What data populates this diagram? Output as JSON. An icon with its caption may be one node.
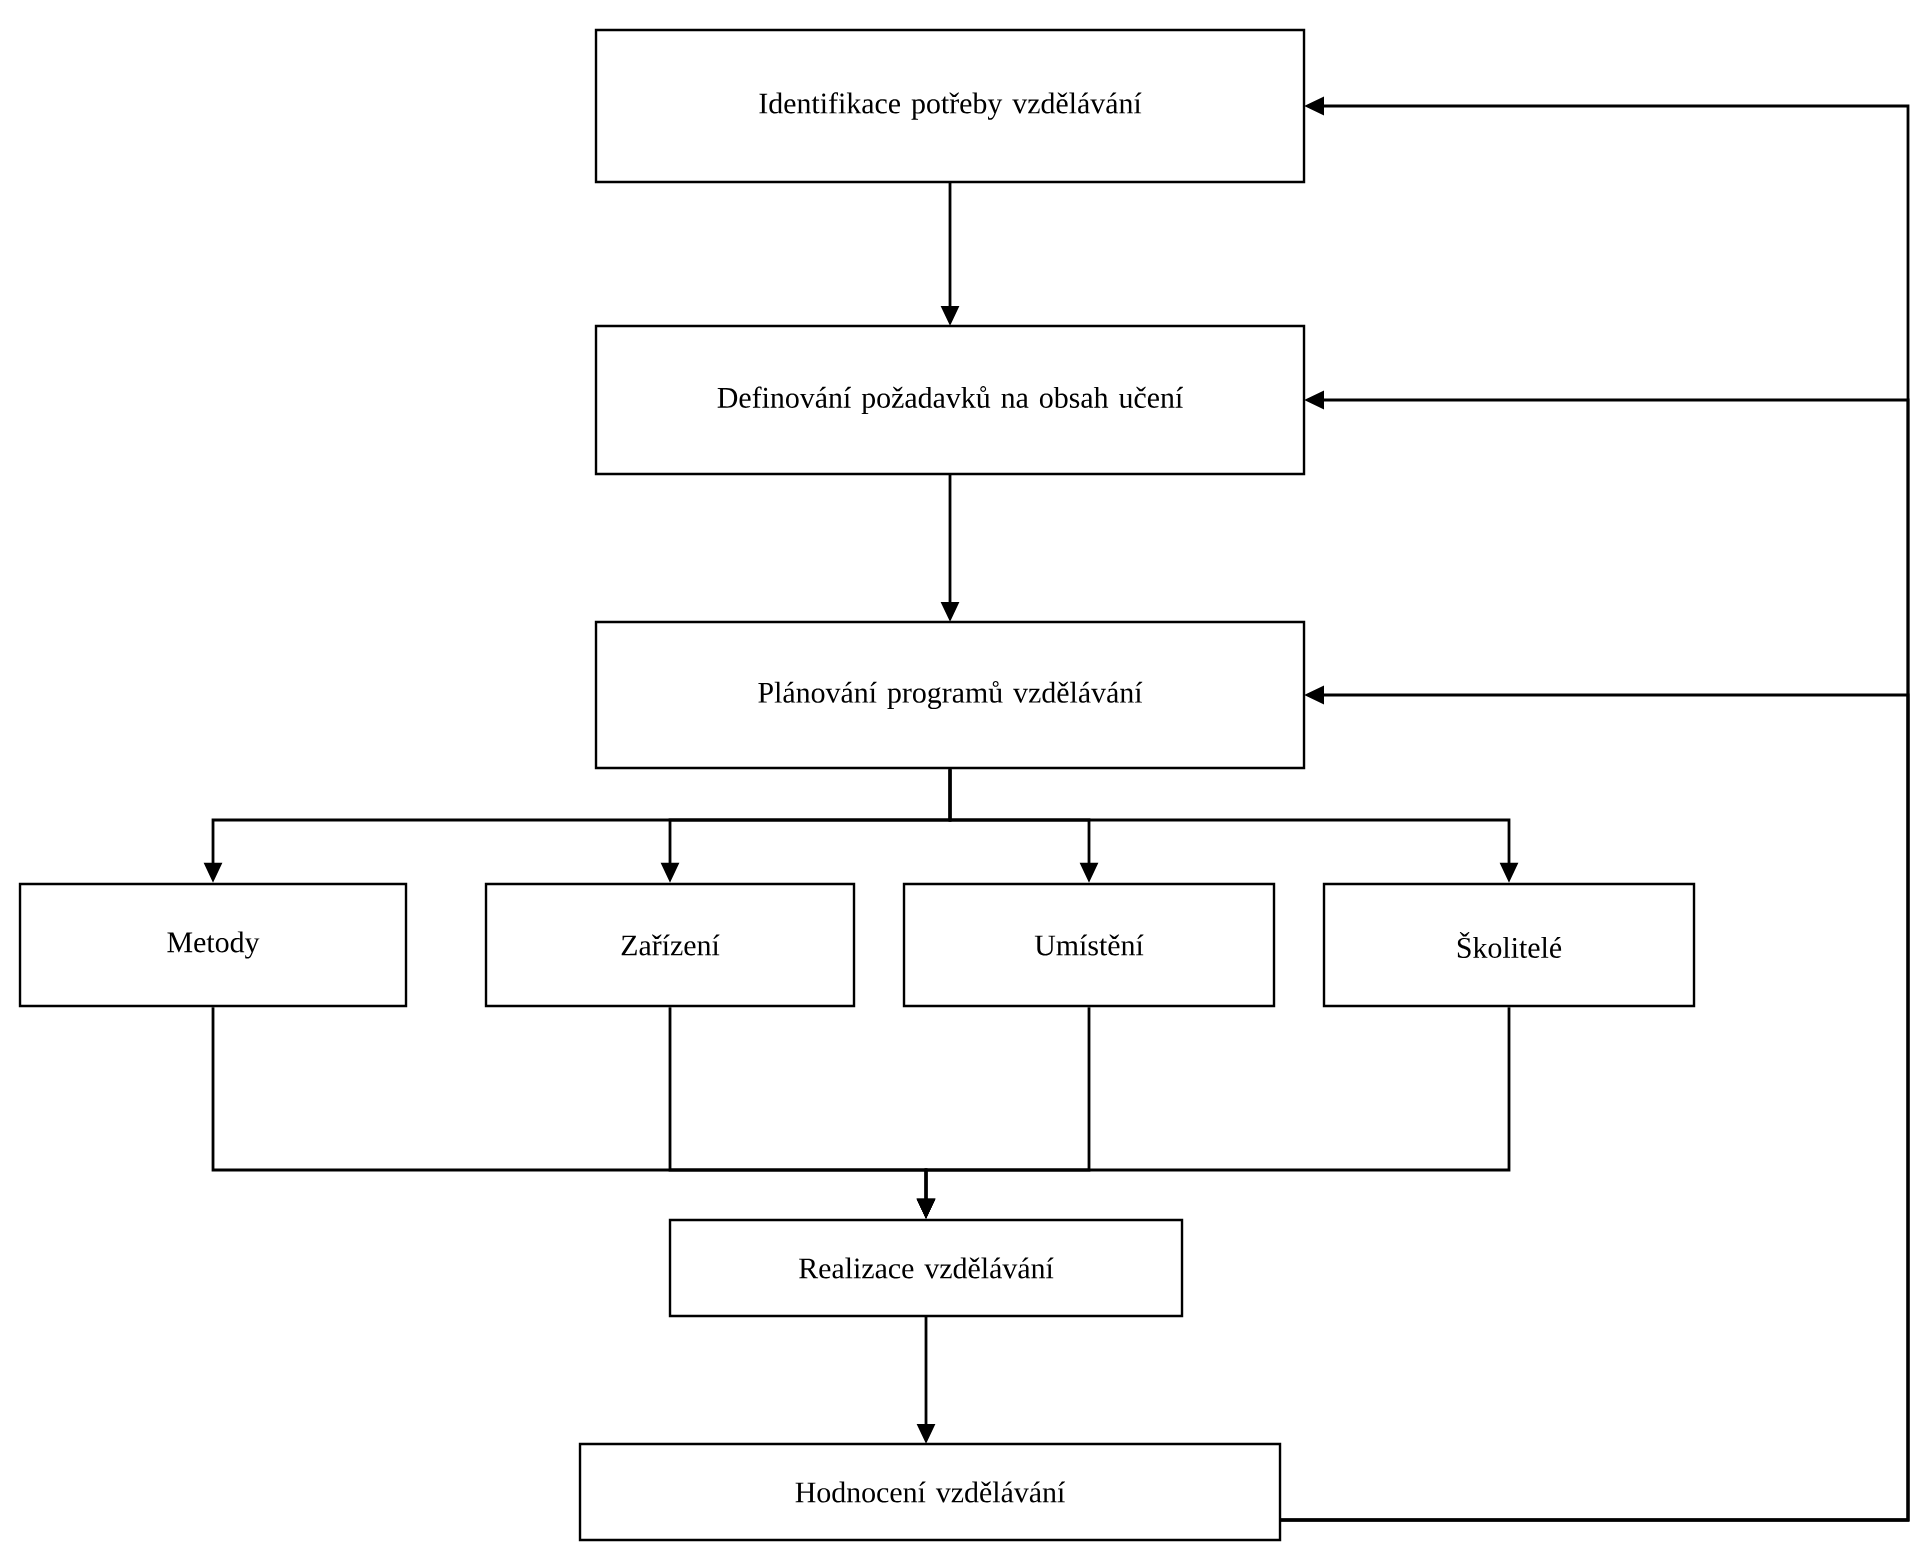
{
  "diagram": {
    "nodes": [
      {
        "text": [
          "Identifikace potřeby vzdělávání"
        ]
      },
      {
        "text": [
          "Definování požadavků na obsah učení"
        ]
      },
      {
        "text": [
          "Plánování programů vzdělávání"
        ]
      },
      {
        "text": [
          "Metody"
        ]
      },
      {
        "text": [
          "Zařízení"
        ]
      },
      {
        "text": [
          "Umístění"
        ]
      },
      {
        "text": [
          "Školitelé"
        ]
      },
      {
        "text": [
          "Realizace vzdělávání"
        ]
      },
      {
        "text": [
          "Hodnocení vzdělávání"
        ]
      }
    ],
    "edges": [
      {
        "from": 0,
        "to": 1,
        "arrow": "to"
      },
      {
        "from": 1,
        "to": 2,
        "arrow": "to"
      },
      {
        "from": 2,
        "to": 3,
        "arrow": "to"
      },
      {
        "from": 2,
        "to": 4,
        "arrow": "to"
      },
      {
        "from": 2,
        "to": 5,
        "arrow": "to"
      },
      {
        "from": 2,
        "to": 6,
        "arrow": "to"
      },
      {
        "from": 3,
        "to": 7,
        "arrow": "to"
      },
      {
        "from": 4,
        "to": 7,
        "arrow": "to"
      },
      {
        "from": 5,
        "to": 7,
        "arrow": "to"
      },
      {
        "from": 6,
        "to": 7,
        "arrow": "to"
      },
      {
        "from": 7,
        "to": 8,
        "arrow": "to"
      },
      {
        "from": 8,
        "to": 0,
        "arrow": "to"
      },
      {
        "from": 8,
        "to": 1,
        "arrow": "to"
      },
      {
        "from": 8,
        "to": 2,
        "arrow": "to"
      }
    ]
  }
}
